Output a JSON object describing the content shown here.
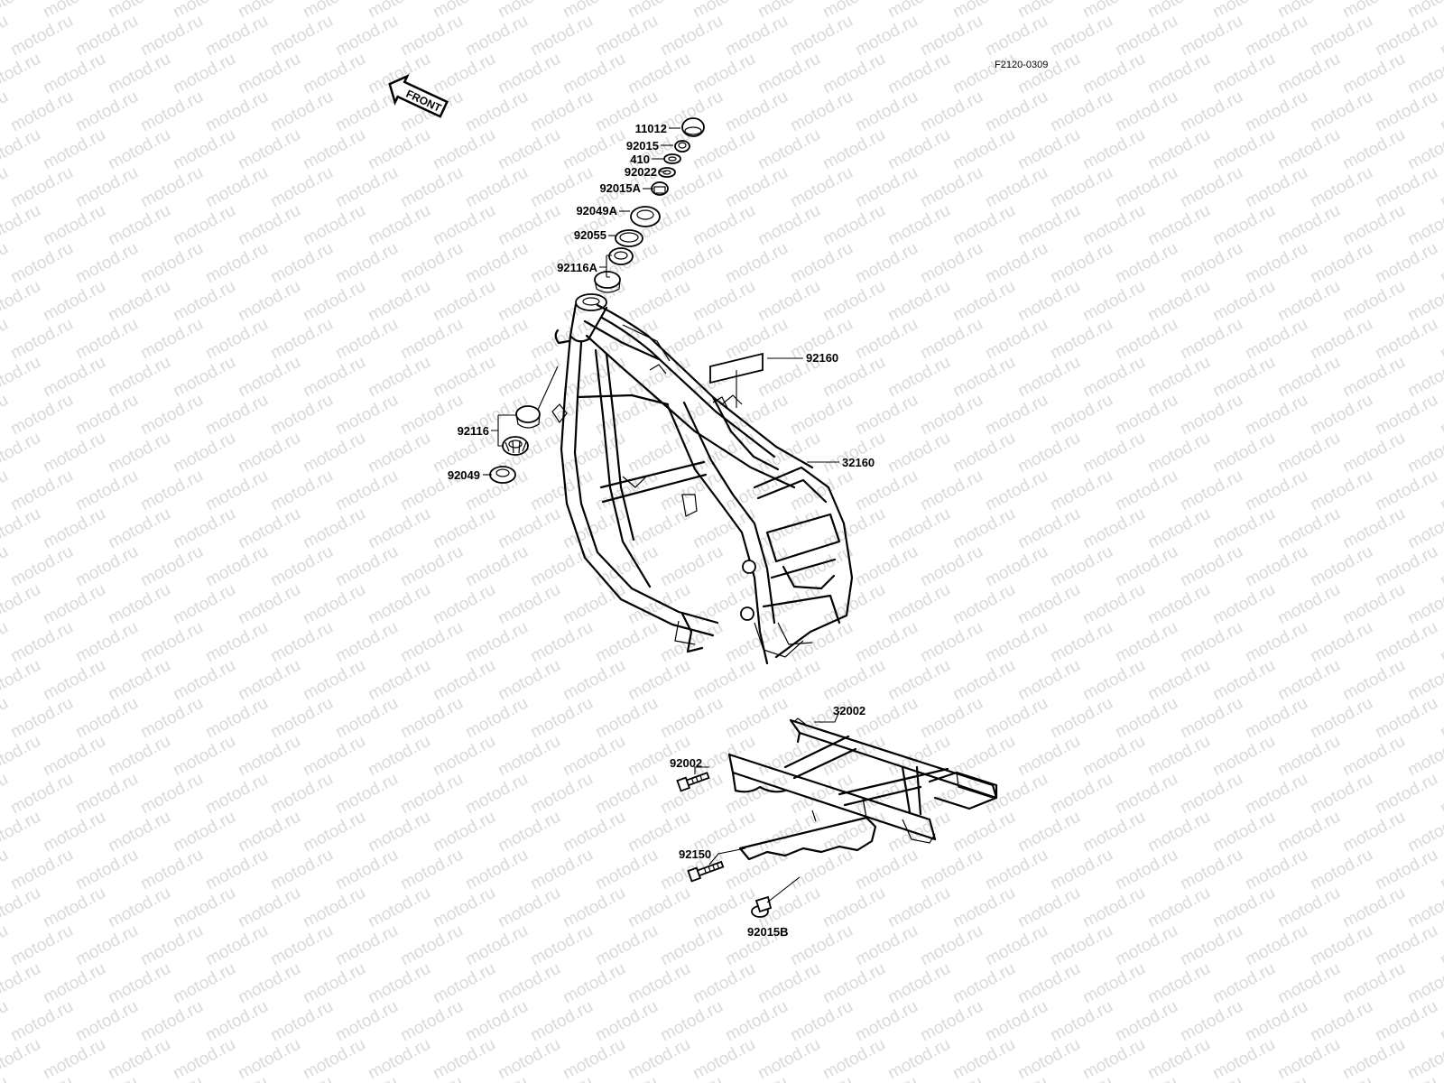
{
  "diagram_code": "F2120-0309",
  "watermark_text": "motod.ru",
  "front_arrow_label": "FRONT",
  "labels": {
    "p11012": "11012",
    "p92015": "92015",
    "p410": "410",
    "p92022": "92022",
    "p92015A": "92015A",
    "p92049A": "92049A",
    "p92055": "92055",
    "p92116A": "92116A",
    "p92160": "92160",
    "p92116": "92116",
    "p92049": "92049",
    "p32160": "32160",
    "p32002": "32002",
    "p92002": "92002",
    "p92150": "92150",
    "p92015B": "92015B"
  },
  "colors": {
    "line": "#000000",
    "watermark": "#d9d9d9",
    "background": "#ffffff"
  }
}
